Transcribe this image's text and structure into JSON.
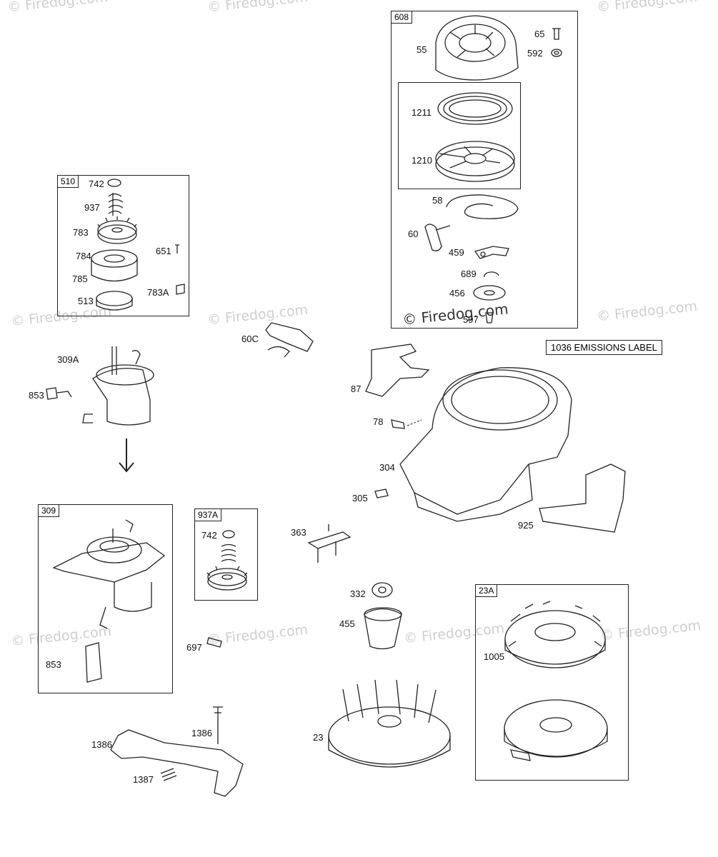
{
  "watermarks": [
    "© Firedog.com",
    "© Firedog.com",
    "© Firedog.com",
    "© Firedog.com",
    "© Firedog.com",
    "© Firedog.com",
    "© Firedog.com",
    "© Firedog.com",
    "© Firedog.com",
    "© Firedog.com"
  ],
  "watermark_main": "© Firedog.com",
  "emissions_label": "1036 EMISSIONS LABEL",
  "boxes": {
    "b608": "608",
    "b510": "510",
    "b309": "309",
    "b937A": "937A",
    "b23A": "23A"
  },
  "parts": {
    "p55": "55",
    "p65": "65",
    "p592": "592",
    "p1211": "1211",
    "p1210": "1210",
    "p58": "58",
    "p60": "60",
    "p459": "459",
    "p689": "689",
    "p456": "456",
    "p597": "597",
    "p742a": "742",
    "p937": "937",
    "p783": "783",
    "p784": "784",
    "p651": "651",
    "p785": "785",
    "p783A": "783A",
    "p513": "513",
    "p309A": "309A",
    "p853a": "853",
    "p60C": "60C",
    "p87": "87",
    "p78": "78",
    "p304": "304",
    "p305": "305",
    "p925": "925",
    "p363": "363",
    "p742b": "742",
    "p853b": "853",
    "p697": "697",
    "p332": "332",
    "p455": "455",
    "p23": "23",
    "p1005": "1005",
    "p1386a": "1386",
    "p1386b": "1386",
    "p1387": "1387"
  }
}
